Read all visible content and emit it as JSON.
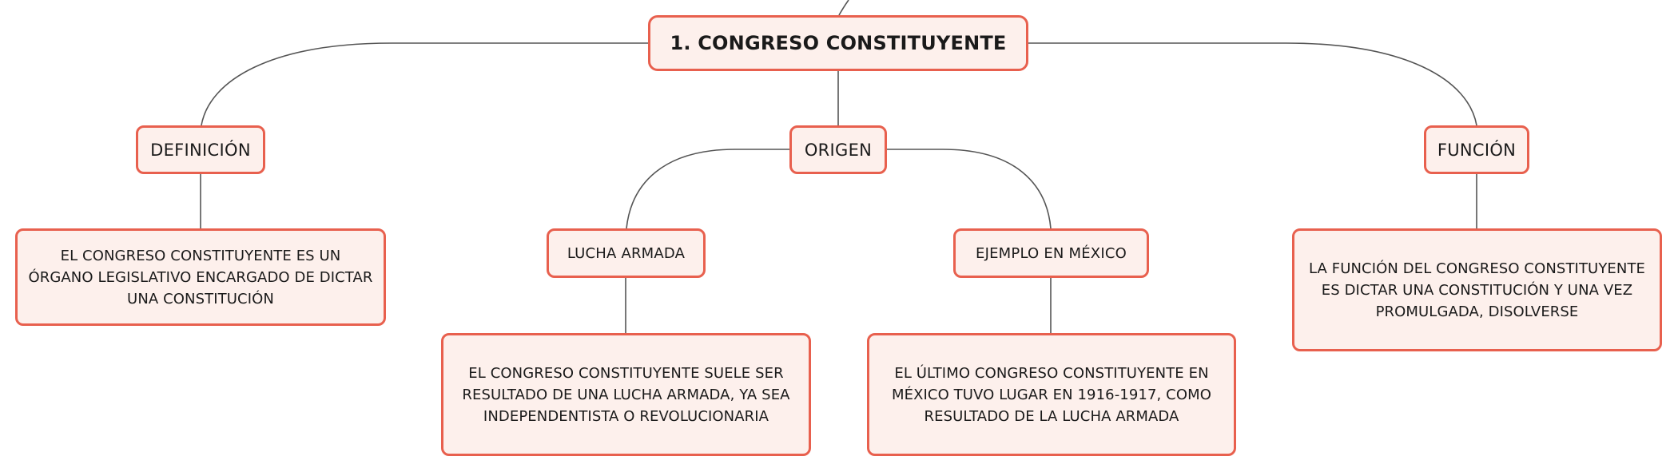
{
  "diagram": {
    "type": "mind-map",
    "colors": {
      "node_border": "#e8604e",
      "node_fill": "#fdf0ec",
      "connector": "#555555"
    },
    "root": {
      "label": "1. CONGRESO CONSTITUYENTE"
    },
    "branches": {
      "definicion": {
        "label": "DEFINICIÓN",
        "detail": "EL CONGRESO CONSTITUYENTE ES UN ÓRGANO LEGISLATIVO ENCARGADO DE DICTAR UNA CONSTITUCIÓN"
      },
      "origen": {
        "label": "ORIGEN",
        "children": {
          "lucha": {
            "label": "LUCHA ARMADA",
            "detail": "EL CONGRESO CONSTITUYENTE SUELE SER RESULTADO DE UNA LUCHA ARMADA, YA SEA INDEPENDENTISTA O REVOLUCIONARIA"
          },
          "ejemplo": {
            "label": "EJEMPLO EN MÉXICO",
            "detail": "EL ÚLTIMO CONGRESO CONSTITUYENTE EN MÉXICO TUVO LUGAR EN 1916-1917, COMO RESULTADO DE LA LUCHA ARMADA"
          }
        }
      },
      "funcion": {
        "label": "FUNCIÓN",
        "detail": "LA FUNCIÓN DEL CONGRESO CONSTITUYENTE ES DICTAR UNA CONSTITUCIÓN Y UNA VEZ PROMULGADA, DISOLVERSE"
      }
    }
  }
}
